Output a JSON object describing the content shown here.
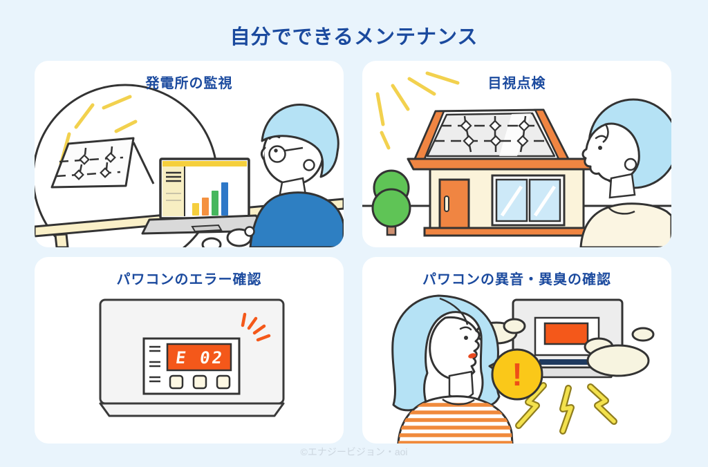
{
  "page": {
    "title": "自分でできるメンテナンス",
    "footer": "©エナジービジョン・aoi"
  },
  "panels": [
    {
      "id": "plant-monitoring",
      "title": "発電所の監視",
      "illustration": "person-checking-generation-chart-on-laptop-with-solar-panel-speech-bubble",
      "icons": [
        "speech-bubble-icon",
        "sun-rays-icon",
        "solar-panel-icon",
        "laptop-icon",
        "bar-chart-icon",
        "person-icon",
        "desk"
      ]
    },
    {
      "id": "visual-inspection",
      "title": "目視点検",
      "illustration": "person-looking-up-at-house-with-rooftop-solar-panels",
      "icons": [
        "sun-rays-icon",
        "house-icon",
        "rooftop-solar-array-icon",
        "tree-icon",
        "door-icon",
        "window-icon",
        "person-icon"
      ]
    },
    {
      "id": "error-check",
      "title": "パワコンのエラー確認",
      "illustration": "power-conditioner-showing-error-code-on-display",
      "display_value": "E 02",
      "icons": [
        "power-conditioner-icon",
        "error-display-icon",
        "button-icon",
        "alert-flash-icon"
      ]
    },
    {
      "id": "noise-smell-check",
      "title": "パワコンの異音・異臭の確認",
      "illustration": "woman-noticing-noise-and-smell-from-power-conditioner",
      "alert_mark": "!",
      "icons": [
        "person-icon",
        "alert-speech-bubble-icon",
        "exclamation-icon",
        "power-conditioner-icon",
        "smell-cloud-icon",
        "lightning-bolt-icon"
      ]
    }
  ],
  "colors": {
    "background": "#e9f4fc",
    "card": "#ffffff",
    "title_blue": "#1b4a9e",
    "outline": "#333333",
    "sun_yellow": "#f2d14e",
    "accent_orange": "#f08542",
    "display_orange": "#f4581a",
    "alert_yellow": "#fac819",
    "hair_blue": "#b5e2f5",
    "shirt_blue": "#2e7fc2",
    "tree_green": "#5fc456",
    "desk_cream": "#faf0c8",
    "chart_bars": [
      "#f5ce3e",
      "#f49140",
      "#46b75e",
      "#2e78c8"
    ]
  }
}
